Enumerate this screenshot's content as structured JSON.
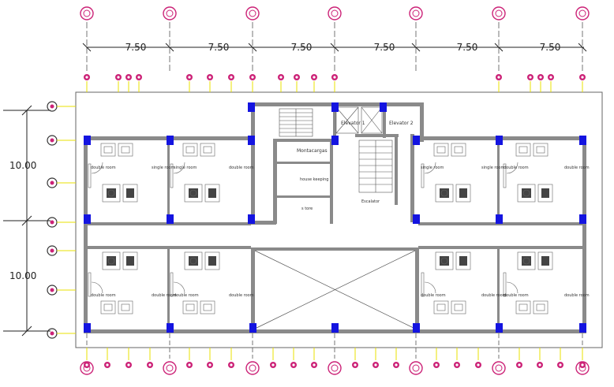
{
  "dimensions": {
    "horizontal": [
      "7.50",
      "7.50",
      "7.50",
      "7.50",
      "7.50",
      "7.50"
    ],
    "vertical": [
      "10.00",
      "10.00"
    ]
  },
  "rooms": {
    "elevator_1": "Elevator 1",
    "elevator_2": "Elevator 2",
    "montacargas": "Montacargas",
    "escalator": "Escalator",
    "house_keeping": "house keeping",
    "store": "s tore"
  },
  "room_types": {
    "double": "double room",
    "single": "single room"
  },
  "colors": {
    "wall": "#8a8a8a",
    "column": "#1414e0",
    "grid_line": "#555555",
    "axis_marker": "#cc2277",
    "yellow_tick": "#e8e000"
  }
}
